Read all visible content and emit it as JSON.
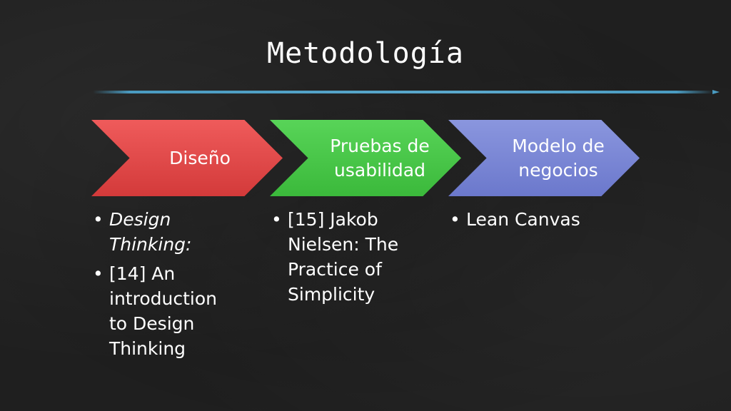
{
  "slide": {
    "title": "Metodología"
  },
  "steps": [
    {
      "label": "Diseño",
      "color": "#e04848",
      "bullets": [
        "Design Thinking:",
        "[14] An introduction to Design Thinking"
      ]
    },
    {
      "label": "Pruebas de usabilidad",
      "color": "#4cc94c",
      "bullets": [
        "[15] Jakob Nielsen: The Practice of Simplicity"
      ]
    },
    {
      "label": "Modelo de negocios",
      "color": "#7a86d6",
      "bullets": [
        "Lean Canvas"
      ]
    }
  ],
  "colors": {
    "background": "#1f1f1f",
    "rule": "#4a9bc1"
  }
}
